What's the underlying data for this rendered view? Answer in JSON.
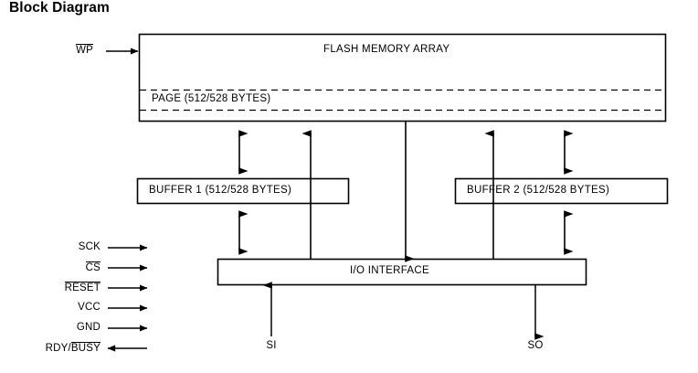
{
  "title": "Block Diagram",
  "blocks": {
    "flash_array": {
      "label": "FLASH MEMORY ARRAY",
      "page_label": "PAGE (512/528 BYTES)"
    },
    "buffer1": {
      "label": "BUFFER 1 (512/528 BYTES)"
    },
    "buffer2": {
      "label": "BUFFER 2 (512/528 BYTES)"
    },
    "io_interface": {
      "label": "I/O INTERFACE"
    }
  },
  "pins": {
    "wp": {
      "label": "WP",
      "overline": true,
      "direction": "in"
    },
    "left_signals": [
      {
        "label": "SCK",
        "overline": false,
        "direction": "in"
      },
      {
        "label": "CS",
        "overline": true,
        "direction": "in"
      },
      {
        "label": "RESET",
        "overline": true,
        "direction": "in"
      },
      {
        "label": "VCC",
        "overline": false,
        "direction": "in"
      },
      {
        "label": "GND",
        "overline": false,
        "direction": "in"
      },
      {
        "label": "RDY/BUSY",
        "overline_part": "BUSY",
        "direction": "out"
      }
    ],
    "si": {
      "label": "SI",
      "direction": "in"
    },
    "so": {
      "label": "SO",
      "direction": "out"
    }
  },
  "colors": {
    "stroke": "#000000",
    "background": "#ffffff",
    "text": "#000000"
  }
}
